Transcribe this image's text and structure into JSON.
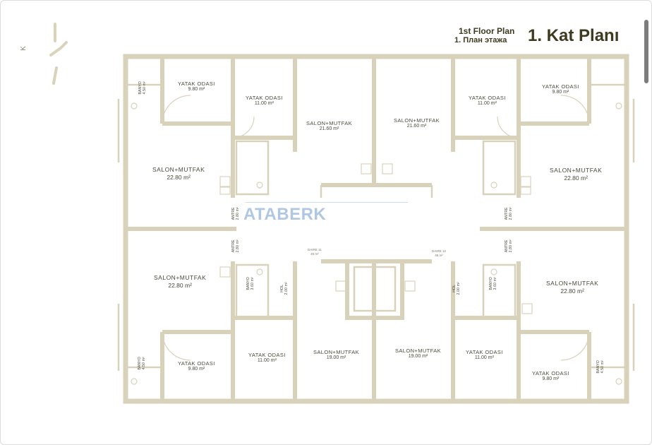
{
  "titles": {
    "en": "1st Floor Plan",
    "ru": "1. План этажа",
    "tr": "1. Kat Planı"
  },
  "compass": {
    "letter": "K"
  },
  "watermark": {
    "text": "ATABERK"
  },
  "colors": {
    "wall": "#d9d2ba",
    "wall_fill": "#e9e4d2",
    "text": "#3e3a1f",
    "watermark": "#8fb0d8"
  },
  "rooms": {
    "tl_banyo": {
      "name": "BANYO",
      "area": "4.50 m²"
    },
    "tl_yatak": {
      "name": "YATAK ODASI",
      "area": "9.80 m²"
    },
    "tl_salon": {
      "name": "SALON+MUTFAK",
      "area": "22.80 m²"
    },
    "tl2_yatak": {
      "name": "YATAK ODASI",
      "area": "11.00 m²"
    },
    "tl2_salon": {
      "name": "SALON+MUTFAK",
      "area": "21.60 m²"
    },
    "tr2_salon": {
      "name": "SALON+MUTFAK",
      "area": "21.60 m²"
    },
    "tr2_yatak": {
      "name": "YATAK ODASI",
      "area": "11.00 m²"
    },
    "tr_yatak": {
      "name": "YATAK ODASI",
      "area": "9.80 m²"
    },
    "tr_salon": {
      "name": "SALON+MUTFAK",
      "area": "22.80 m²"
    },
    "ml_antre": {
      "name": "ANTRE",
      "area": "2.80 m²"
    },
    "mr_antre": {
      "name": "ANTRE",
      "area": "2.80 m²"
    },
    "bl_antre": {
      "name": "ANTRE",
      "area": "2.80 m²"
    },
    "br_antre": {
      "name": "ANTRE",
      "area": "2.80 m²"
    },
    "daire11": {
      "name": "DAIRE 11",
      "area": "45 m²"
    },
    "daire12": {
      "name": "DAIRE 12",
      "area": "45 m²"
    },
    "bl_salon": {
      "name": "SALON+MUTFAK",
      "area": "22.80 m²"
    },
    "bl_banyo_mid": {
      "name": "BANYO",
      "area": "3.60 m²"
    },
    "bl_hol": {
      "name": "HOL",
      "area": "2.00 m²"
    },
    "br_hol": {
      "name": "HOL",
      "area": "2.00 m²"
    },
    "br_banyo_mid": {
      "name": "BANYO",
      "area": "3.60 m²"
    },
    "br_salon": {
      "name": "SALON+MUTFAK",
      "area": "22.80 m²"
    },
    "bl_banyo": {
      "name": "BANYO",
      "area": "4.50 m²"
    },
    "bl_yatak": {
      "name": "YATAK ODASI",
      "area": "9.80 m²"
    },
    "bl2_yatak": {
      "name": "YATAK ODASI",
      "area": "11.00 m²"
    },
    "bl2_salon": {
      "name": "SALON+MUTFAK",
      "area": "19.00 m²"
    },
    "br2_salon": {
      "name": "SALON+MUTFAK",
      "area": "19.00 m²"
    },
    "br2_yatak": {
      "name": "YATAK ODASI",
      "area": "11.00 m²"
    },
    "br_yatak": {
      "name": "YATAK ODASI",
      "area": "9.80 m²"
    },
    "br_banyo": {
      "name": "BANYO",
      "area": "4.50 m²"
    }
  }
}
